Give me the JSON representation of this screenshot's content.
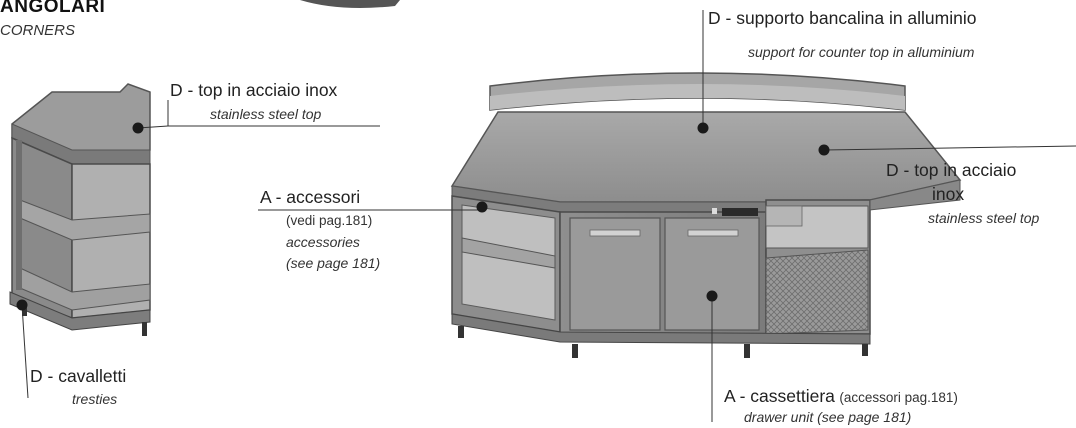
{
  "heading": {
    "title": "ANGOLARI",
    "subtitle": "CORNERS"
  },
  "callouts": {
    "support": {
      "label": "D - supporto bancalina in alluminio",
      "translation": "support for counter top in alluminium"
    },
    "corner_top": {
      "label": "D - top in acciaio inox",
      "translation": "stainless steel top"
    },
    "main_top": {
      "label": "D - top in acciaio",
      "label_cont": "inox",
      "translation": "stainless steel top"
    },
    "accessories": {
      "label": "A - accessori",
      "ref": "(vedi pag.181)",
      "translation_1": "accessories",
      "translation_2": "(see page 181)"
    },
    "trestles": {
      "label": "D - cavalletti",
      "translation": "tresties"
    },
    "drawer": {
      "label_main": "A - cassettiera",
      "label_ref": "(accessori pag.181)",
      "translation": "drawer unit (see page 181)"
    }
  }
}
